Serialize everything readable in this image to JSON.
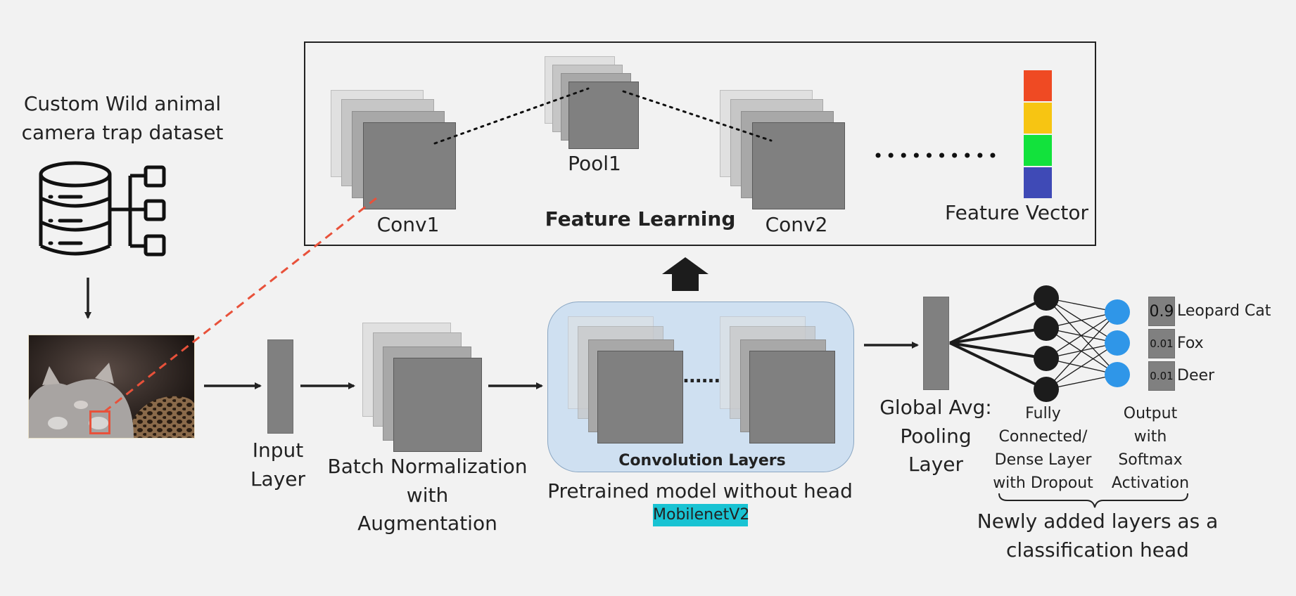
{
  "dataset": {
    "line1": "Custom Wild animal",
    "line2": "camera trap dataset",
    "icon": "database-tree-icon"
  },
  "input_layer": {
    "line1": "Input",
    "line2": "Layer"
  },
  "batch_norm": {
    "line1": "Batch Normalization",
    "line2": "with",
    "line3": "Augmentation"
  },
  "conv_block": {
    "title": "Convolution Layers",
    "caption": "Pretrained model without head",
    "model_badge": "MobilenetV2",
    "dots": "......"
  },
  "feature_learning": {
    "title": "Feature Learning",
    "conv1": "Conv1",
    "pool1": "Pool1",
    "conv2": "Conv2",
    "feature_vector": "Feature Vector"
  },
  "global_pool": {
    "line1": "Global Avg:",
    "line2": "Pooling",
    "line3": "Layer"
  },
  "dense": {
    "line1": "Fully",
    "line2": "Connected/",
    "line3": "Dense Layer",
    "line4": "with Dropout"
  },
  "output": {
    "line1": "Output",
    "line2": "with",
    "line3": "Softmax",
    "line4": "Activation"
  },
  "predictions": [
    {
      "prob": "0.9",
      "label": "Leopard Cat"
    },
    {
      "prob": "0.01",
      "label": "Fox"
    },
    {
      "prob": "0.01",
      "label": "Deer"
    }
  ],
  "head_caption": {
    "line1": "Newly added layers as a",
    "line2": "classification head"
  },
  "colors": {
    "background": "#f2f2f2",
    "feature_vector": [
      "#ef4a23",
      "#f7c512",
      "#12e23c",
      "#3f4ab6"
    ],
    "conv_panel": "#cfe0f1",
    "output_node": "#2f96e8",
    "badge": "#19c3d3",
    "zoom_line": "#e8513a"
  }
}
